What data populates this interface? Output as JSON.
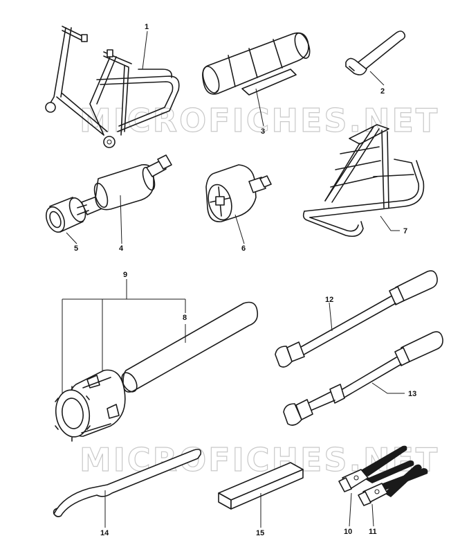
{
  "watermark": "MICROFICHES.NET",
  "callouts": [
    "1",
    "2",
    "3",
    "4",
    "5",
    "6",
    "7",
    "8",
    "9",
    "10",
    "11",
    "12",
    "13",
    "14",
    "15"
  ],
  "colors": {
    "line": "#1a1a1a",
    "watermark": "#c8c8c8",
    "background": "#ffffff"
  }
}
